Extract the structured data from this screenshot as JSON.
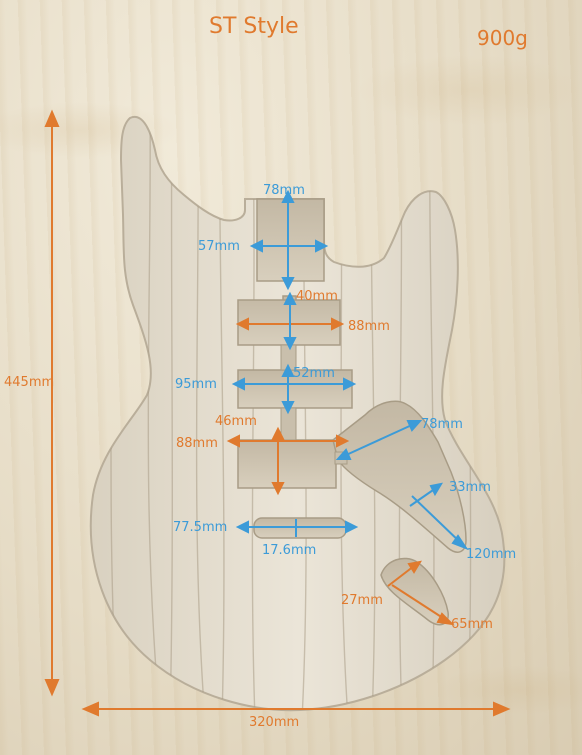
{
  "title": "ST Style",
  "weight": "900g",
  "colors": {
    "orange": "#e07a2e",
    "blue": "#3c9bd8",
    "wood": "#e3dccd",
    "cavity": "#cfc5b4"
  },
  "dimensions": {
    "height": "445mm",
    "width": "320mm",
    "neck_pocket_length": "78mm",
    "neck_pocket_width": "57mm",
    "neck_pickup_height": "40mm",
    "neck_pickup_width": "88mm",
    "middle_pickup_height": "52mm",
    "middle_pickup_width": "95mm",
    "bridge_pickup_height": "46mm",
    "bridge_pickup_width": "88mm",
    "control_cavity_length": "78mm",
    "control_cavity_width": "33mm",
    "control_cavity_diagonal": "120mm",
    "bridge_slot_width": "77.5mm",
    "bridge_slot_height": "17.6mm",
    "jack_cavity_width": "27mm",
    "jack_cavity_length": "65mm"
  }
}
